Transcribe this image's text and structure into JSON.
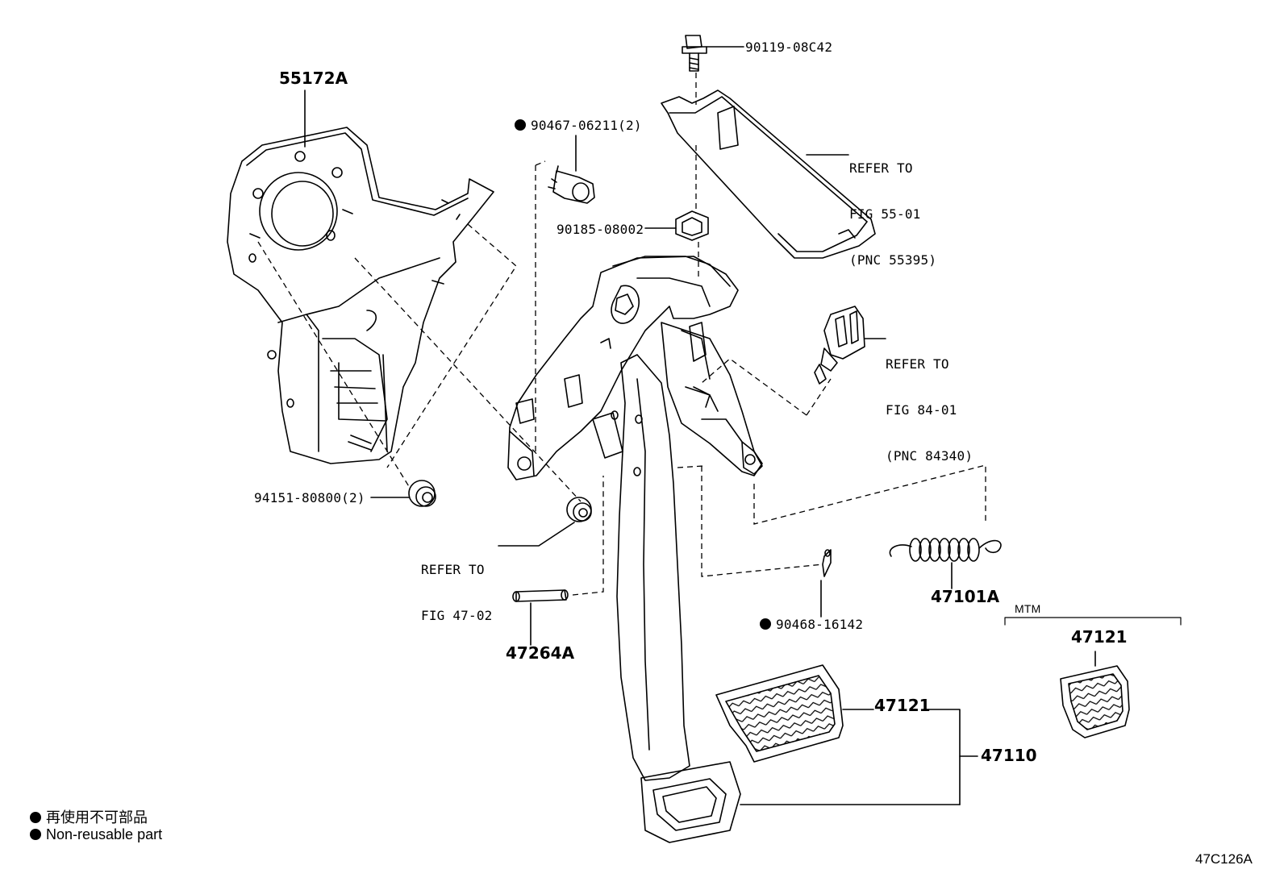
{
  "parts": {
    "p55172a": "55172A",
    "p90119": "90119-08C42",
    "p90467": "90467-06211(2)",
    "p90185": "90185-08002",
    "p94151": "94151-80800(2)",
    "p47264a": "47264A",
    "p90468": "90468-16142",
    "p47101a": "47101A",
    "p47121_main": "47121",
    "p47121_mtm": "47121",
    "p47110": "47110"
  },
  "refs": {
    "fig5501": [
      "REFER TO",
      "FIG 55-01",
      "(PNC 55395)"
    ],
    "fig8401": [
      "REFER TO",
      "FIG 84-01",
      "(PNC 84340)"
    ],
    "fig4702": [
      "REFER TO",
      "FIG 47-02"
    ]
  },
  "variant_label": "MTM",
  "legend": {
    "jp": "再使用不可部品",
    "en": "Non-reusable part"
  },
  "figure_id": "47C126A"
}
